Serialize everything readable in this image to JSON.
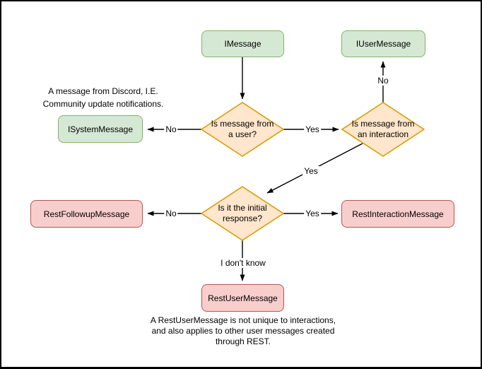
{
  "colors": {
    "green_fill": "#d5e8d4",
    "green_stroke": "#82b366",
    "orange_fill": "#ffe6cc",
    "orange_stroke": "#d79b00",
    "red_fill": "#f8cecc",
    "red_stroke": "#b85450",
    "line": "#000000"
  },
  "nodes": {
    "imessage": "IMessage",
    "iuser": "IUserMessage",
    "isystem": "ISystemMessage",
    "restfollowup": "RestFollowupMessage",
    "restinteraction": "RestInteractionMessage",
    "restuser": "RestUserMessage"
  },
  "decisions": {
    "from_user": {
      "line1": "Is message from",
      "line2": "a user?"
    },
    "from_interaction": {
      "line1": "Is message from",
      "line2": "an interaction"
    },
    "initial_response": {
      "line1": "Is it the initial",
      "line2": "response?"
    }
  },
  "edge_labels": {
    "user_no": "No",
    "user_yes": "Yes",
    "interaction_no": "No",
    "interaction_yes": "Yes",
    "initial_no": "No",
    "initial_yes": "Yes",
    "initial_unknown": "I don't know"
  },
  "notes": {
    "system": {
      "line1": "A message from Discord, I.E.",
      "line2": "Community update notifications."
    },
    "restuser": {
      "line1": "A RestUserMessage is not unique to interactions,",
      "line2": "and also applies to other user messages created",
      "line3": "through REST."
    }
  }
}
